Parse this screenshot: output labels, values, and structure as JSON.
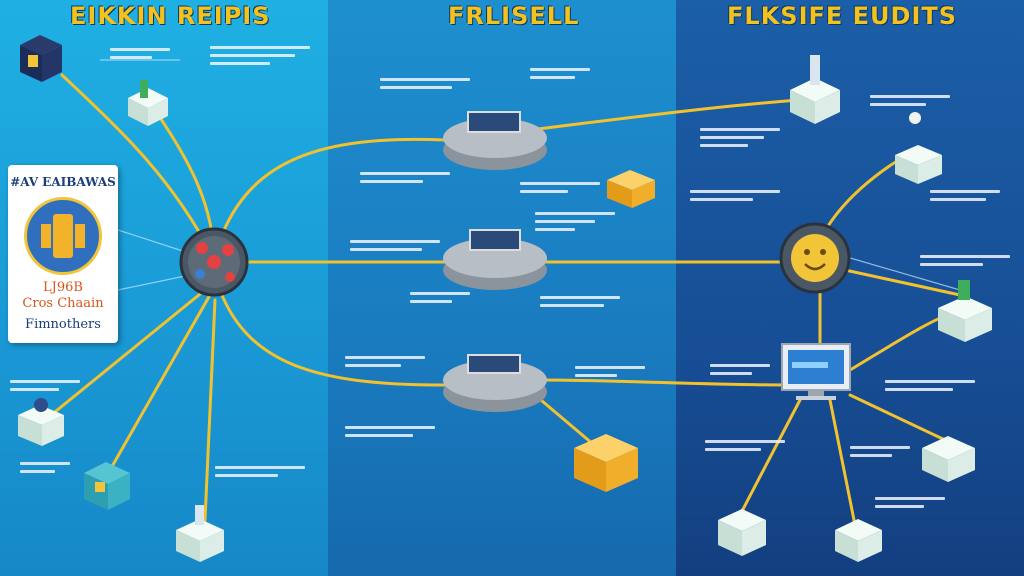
{
  "panels": [
    {
      "title": "EIKKIN REIPIS"
    },
    {
      "title": "FRLISELL"
    },
    {
      "title": "FLKSIFE EUDITS"
    }
  ],
  "card": {
    "title": "#AV EAIBAWAS",
    "line1": "LJ96B",
    "line2": "Cros Chaain",
    "line3": "Fimnothers"
  },
  "colors": {
    "panel1": "#1fb0e3",
    "panel2": "#1a7bbf",
    "panel3": "#174e95",
    "connector": "#f2c12e",
    "title": "#f4c21f",
    "cube": "#e6f2ee",
    "orange_cube": "#f5b428"
  },
  "icons": [
    "chip-cube-icon",
    "router-icon",
    "server-node-icon",
    "smiley-hub-icon",
    "monitor-icon",
    "cube-node-icon",
    "coin-stack-icon"
  ]
}
